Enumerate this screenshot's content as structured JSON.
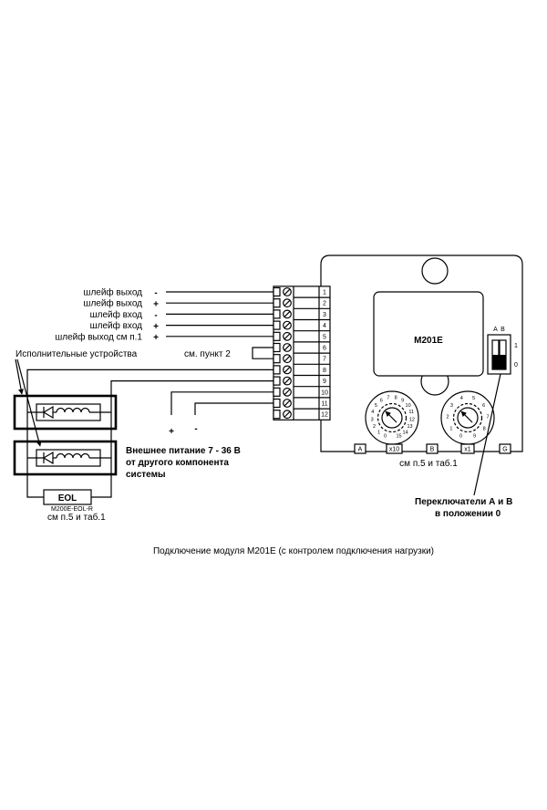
{
  "loop_wires": [
    {
      "label": "шлейф выход",
      "sign": "-"
    },
    {
      "label": "шлейф выход",
      "sign": "+"
    },
    {
      "label": "шлейф вход",
      "sign": "-"
    },
    {
      "label": "шлейф вход",
      "sign": "+"
    },
    {
      "label": "шлейф выход см  п.1",
      "sign": "+"
    }
  ],
  "jumper_note": "см. пункт 2",
  "actuators_label": "Исполнительные устройства",
  "power": {
    "plus": "+",
    "minus": "-",
    "note": [
      "Внешнее питание 7 - 36 В",
      "от другого компонента",
      "системы"
    ]
  },
  "eol": {
    "label": "EOL",
    "part": "M200E-EOL-R",
    "ref": "см п.5 и таб.1"
  },
  "module": {
    "name": "M201E",
    "terminals": [
      "1",
      "2",
      "3",
      "4",
      "5",
      "6",
      "7",
      "8",
      "9",
      "10",
      "11",
      "12"
    ],
    "switch": {
      "labels": [
        "A",
        "B"
      ],
      "positions": [
        "1",
        "0"
      ]
    },
    "dial_x10_numbers": [
      "0",
      "1",
      "2",
      "3",
      "4",
      "5",
      "6",
      "7",
      "8",
      "9",
      "10",
      "11",
      "12",
      "13",
      "14",
      "15"
    ],
    "dial_x1_numbers": [
      "0",
      "1",
      "2",
      "3",
      "4",
      "5",
      "6",
      "7",
      "8",
      "9"
    ],
    "tags": [
      "A",
      "x10",
      "B",
      "x1",
      "G"
    ],
    "ref": "см п.5 и таб.1"
  },
  "switch_note": [
    "Переключатели А и В",
    "в положении 0"
  ],
  "caption": "Подключение модуля M201E (с контролем подключения нагрузки)"
}
